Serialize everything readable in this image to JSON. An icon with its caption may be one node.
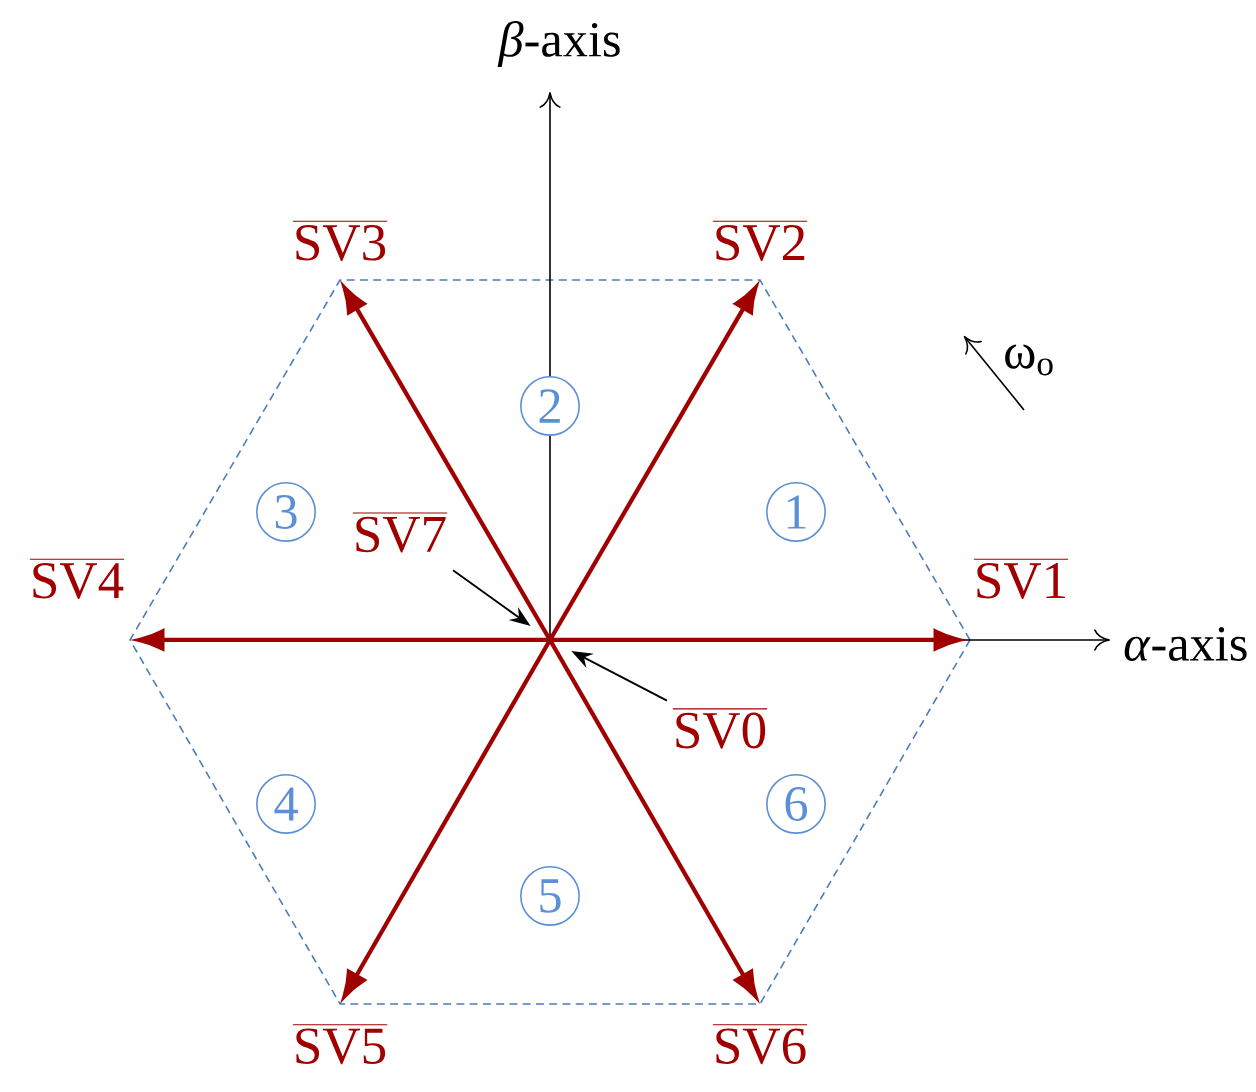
{
  "diagram": {
    "nodes": [
      {
        "text": [
          "SV3"
        ]
      },
      {
        "text": [
          "SV2"
        ]
      },
      {
        "text": [
          "2"
        ]
      },
      {
        "text": [
          "3"
        ]
      },
      {
        "text": [
          "1"
        ]
      },
      {
        "text": [
          "SV7"
        ]
      },
      {
        "text": [
          "SV4"
        ]
      },
      {
        "text": [
          "SV1"
        ]
      },
      {
        "text": [
          "SV0"
        ]
      },
      {
        "text": [
          "4"
        ]
      },
      {
        "text": [
          "6"
        ]
      },
      {
        "text": [
          "5"
        ]
      },
      {
        "text": [
          "SV5"
        ]
      },
      {
        "text": [
          "SV6"
        ]
      }
    ],
    "edges": [
      {
        "from": null,
        "to": 7,
        "arrow": "to"
      },
      {
        "from": null,
        "to": 1,
        "arrow": "to"
      },
      {
        "from": null,
        "to": 0,
        "arrow": "to"
      },
      {
        "from": null,
        "to": 6,
        "arrow": "to"
      },
      {
        "from": null,
        "to": 12,
        "arrow": "to"
      },
      {
        "from": null,
        "to": 13,
        "arrow": "to"
      },
      {
        "from": 5,
        "to": null,
        "arrow": "to",
        "color": "#000000"
      },
      {
        "from": 8,
        "to": null,
        "arrow": "to",
        "color": "#000000"
      }
    ],
    "labels": [
      "*β*-axis",
      "ω$_{o}$",
      "*α*-axis"
    ]
  }
}
